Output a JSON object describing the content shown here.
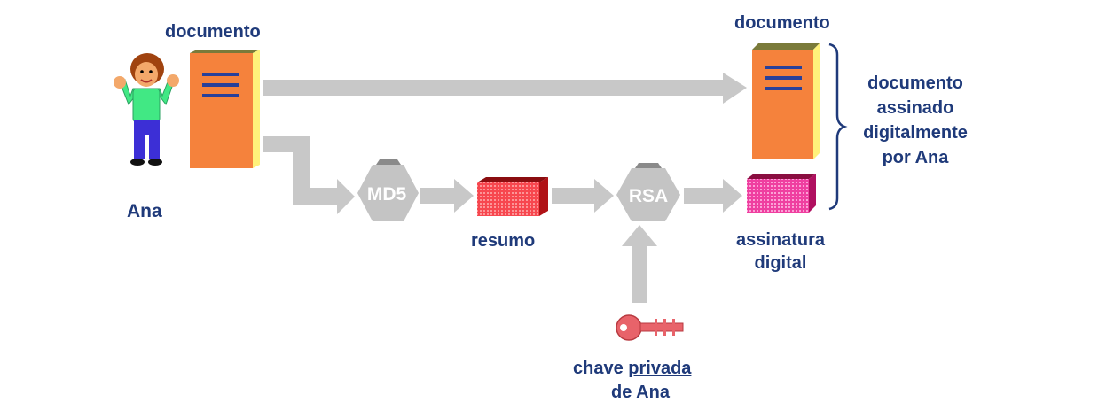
{
  "labels": {
    "doc_left": "documento",
    "doc_right": "documento",
    "person": "Ana",
    "md5": "MD5",
    "rsa": "RSA",
    "resumo": "resumo",
    "signed": [
      "documento",
      "assinado",
      "digitalmente",
      "por Ana"
    ],
    "assinatura": [
      "assinatura",
      "digital"
    ],
    "chave_word": "chave",
    "privada": "privada",
    "de_ana": "de Ana"
  },
  "colors": {
    "text": "#1f3a7a",
    "arrow": "#c8c8c8",
    "doc_front": "#f5823c",
    "doc_side": "#fff27a",
    "doc_top": "#7a7a3a",
    "resumo": "#f7474f",
    "assinatura": "#f050a8",
    "key": "#e8636a",
    "hex": "#c4c4c4"
  }
}
